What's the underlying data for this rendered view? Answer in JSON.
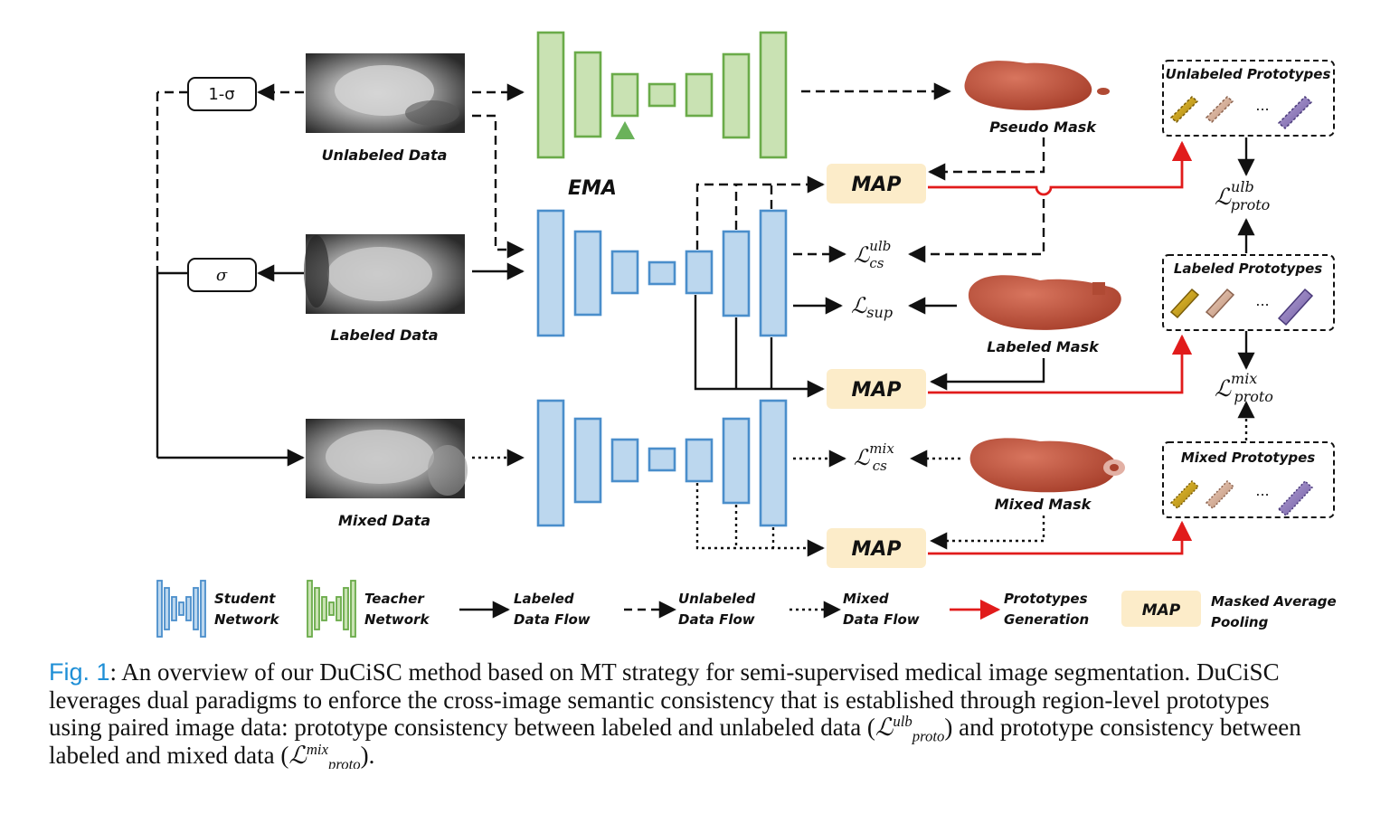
{
  "inputs": {
    "unlabeled": "Unlabeled Data",
    "labeled": "Labeled Data",
    "mixed": "Mixed Data"
  },
  "weights": {
    "one_minus_sigma": "1-σ",
    "sigma": "σ"
  },
  "ema_label": "EMA",
  "masks": {
    "pseudo": "Pseudo Mask",
    "labeled": "Labeled Mask",
    "mixed": "Mixed Mask"
  },
  "map_label": "MAP",
  "losses": {
    "cs_ulb": {
      "base": "ℒ",
      "sup": "ulb",
      "sub": "cs"
    },
    "sup": {
      "base": "ℒ",
      "sub": "sup"
    },
    "cs_mix": {
      "base": "ℒ",
      "sup": "mix",
      "sub": "cs"
    },
    "proto_ulb": {
      "base": "ℒ",
      "sup": "ulb",
      "sub": "proto"
    },
    "proto_mix": {
      "base": "ℒ",
      "sup": "mix",
      "sub": "proto"
    }
  },
  "prototypes": {
    "unlabeled": "Unlabeled Prototypes",
    "labeled": "Labeled Prototypes",
    "mixed": "Mixed Prototypes",
    "ellipsis": "..."
  },
  "legend": {
    "student": [
      "Student",
      "Network"
    ],
    "teacher": [
      "Teacher",
      "Network"
    ],
    "labeled_flow": [
      "Labeled",
      "Data Flow"
    ],
    "unlabeled_flow": [
      "Unlabeled",
      "Data Flow"
    ],
    "mixed_flow": [
      "Mixed",
      "Data Flow"
    ],
    "proto_gen": [
      "Prototypes",
      "Generation"
    ],
    "map_box": "MAP",
    "map_desc": [
      "Masked Average",
      "Pooling"
    ]
  },
  "caption": {
    "fig": "Fig. 1",
    "line1": ": An overview of our DuCiSC method based on MT strategy for semi-supervised medical image segmentation. DuCiSC",
    "line2": "leverages dual paradigms to enforce the cross-image semantic consistency that is established through region-level prototypes",
    "line3a": "using paired image data: prototype consistency between labeled and unlabeled data (",
    "line3b": ") and prototype consistency between",
    "line4a": "labeled and mixed data (",
    "line4b": ").",
    "ell": "ℒ",
    "proto_sub": "proto",
    "ulb_sup": "ulb",
    "mix_sup": "mix"
  },
  "colors": {
    "student_fill": "#bcd7ee",
    "student_stroke": "#4a8ecb",
    "teacher_fill": "#c9e2b3",
    "teacher_stroke": "#6aab49",
    "map_fill": "#fcecc9",
    "red": "#e11b1b",
    "ema_arrow": "#5aa46e",
    "mask": "#c0503a"
  }
}
